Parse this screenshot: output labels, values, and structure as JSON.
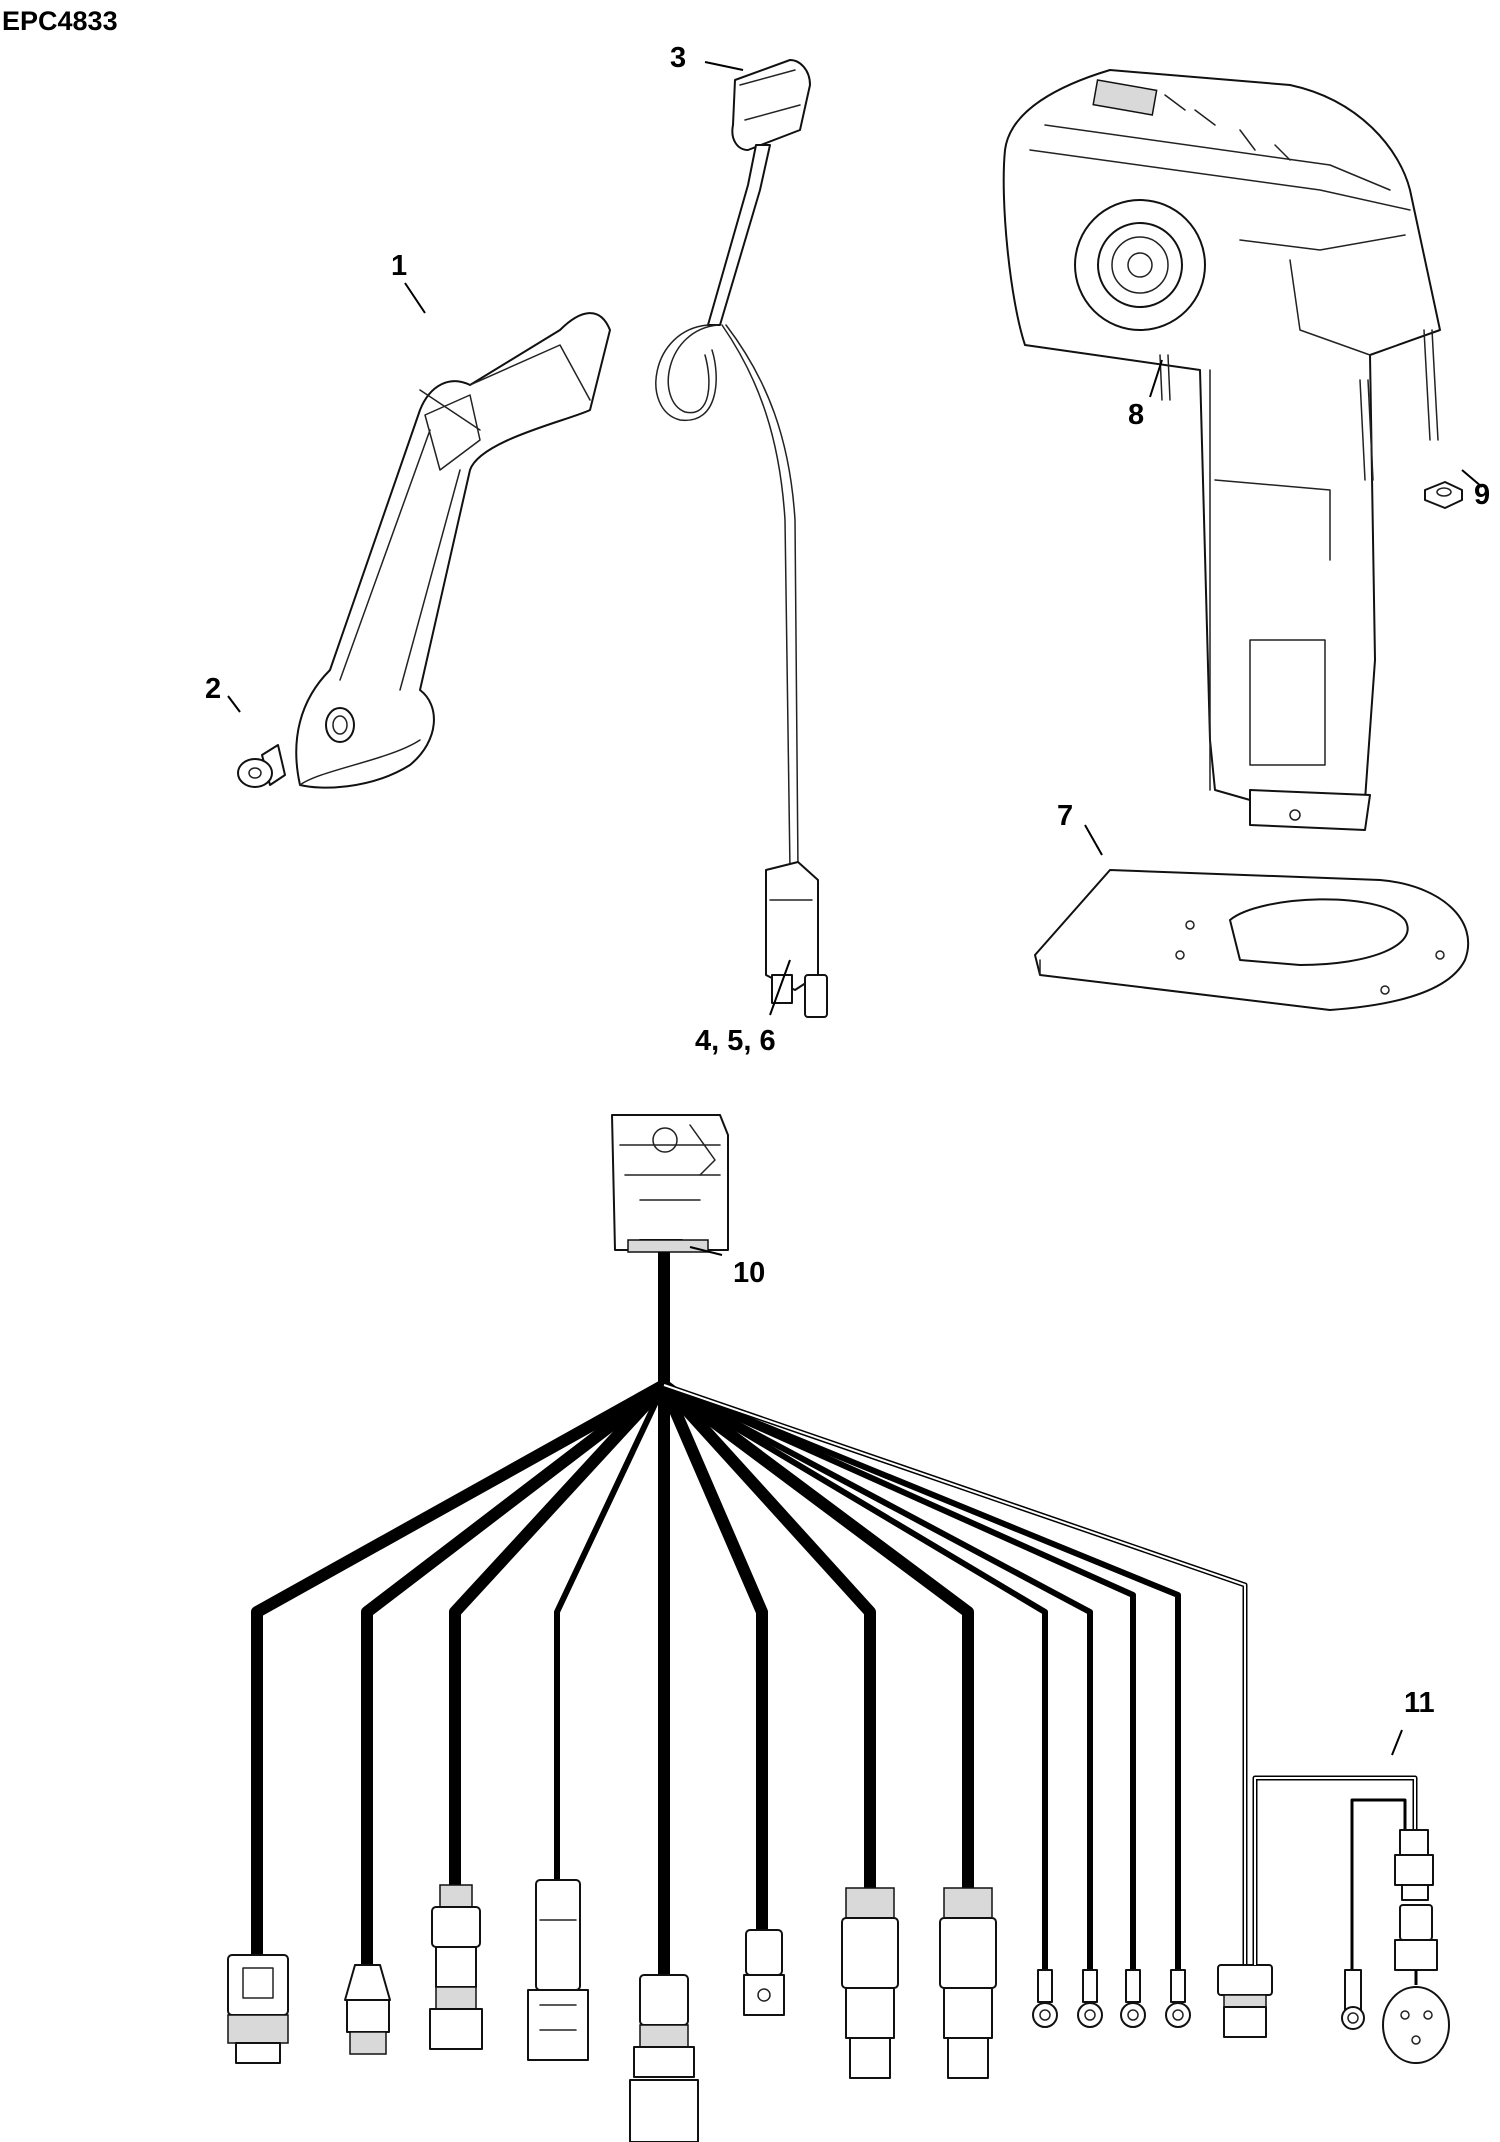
{
  "drawing_code": "EPC4833",
  "callouts": [
    {
      "id": "handle",
      "text": "1"
    },
    {
      "id": "screw",
      "text": "2"
    },
    {
      "id": "lanyard-clip",
      "text": "3"
    },
    {
      "id": "lanyard-connector",
      "text": "4, 5, 6"
    },
    {
      "id": "gasket",
      "text": "7"
    },
    {
      "id": "stud",
      "text": "8"
    },
    {
      "id": "nut",
      "text": "9"
    },
    {
      "id": "harness",
      "text": "10"
    },
    {
      "id": "jumper",
      "text": "11"
    }
  ]
}
